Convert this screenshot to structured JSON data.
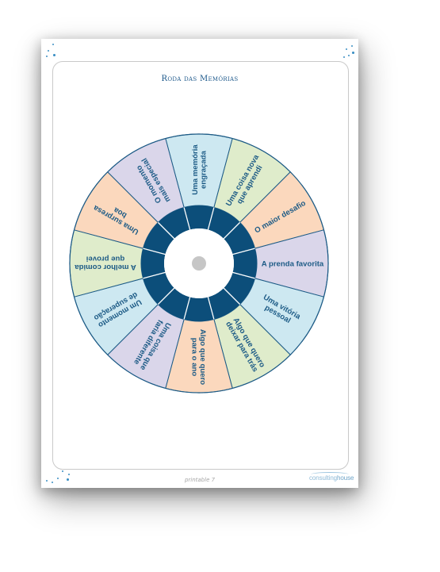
{
  "page": {
    "title": "Roda das Memórias",
    "footer": "printable 7",
    "logo": {
      "part1": "consulting",
      "part2": "house"
    }
  },
  "wheel": {
    "segments": [
      {
        "label_lines": [
          "Uma memória",
          "engraçada"
        ],
        "color": "#cde8f1"
      },
      {
        "label_lines": [
          "Uma coisa nova",
          "que aprendi"
        ],
        "color": "#dfeccb"
      },
      {
        "label_lines": [
          "O maior desafio"
        ],
        "color": "#fbd8bd"
      },
      {
        "label_lines": [
          "A prenda favorita"
        ],
        "color": "#dad6ea"
      },
      {
        "label_lines": [
          "Uma vitória",
          "pessoal"
        ],
        "color": "#cde8f1"
      },
      {
        "label_lines": [
          "Algo que quero",
          "deixar para trás"
        ],
        "color": "#dfeccb"
      },
      {
        "label_lines": [
          "Algo que quero",
          "para o ano"
        ],
        "color": "#fbd8bd"
      },
      {
        "label_lines": [
          "Uma coisa que",
          "faria diferente"
        ],
        "color": "#dad6ea"
      },
      {
        "label_lines": [
          "Um momento",
          "de superação"
        ],
        "color": "#cde8f1"
      },
      {
        "label_lines": [
          "A melhor comida",
          "que provei"
        ],
        "color": "#dfeccb"
      },
      {
        "label_lines": [
          "Uma surpresa",
          "boa"
        ],
        "color": "#fbd8bd"
      },
      {
        "label_lines": [
          "O momento",
          "mais especial"
        ],
        "color": "#dad6ea"
      }
    ],
    "colors": {
      "ring": "#0c4e7a",
      "outline": "#1d5b86",
      "text": "#1d5b86",
      "hub": "#c6c6c6",
      "divider": "#ffffff"
    }
  }
}
